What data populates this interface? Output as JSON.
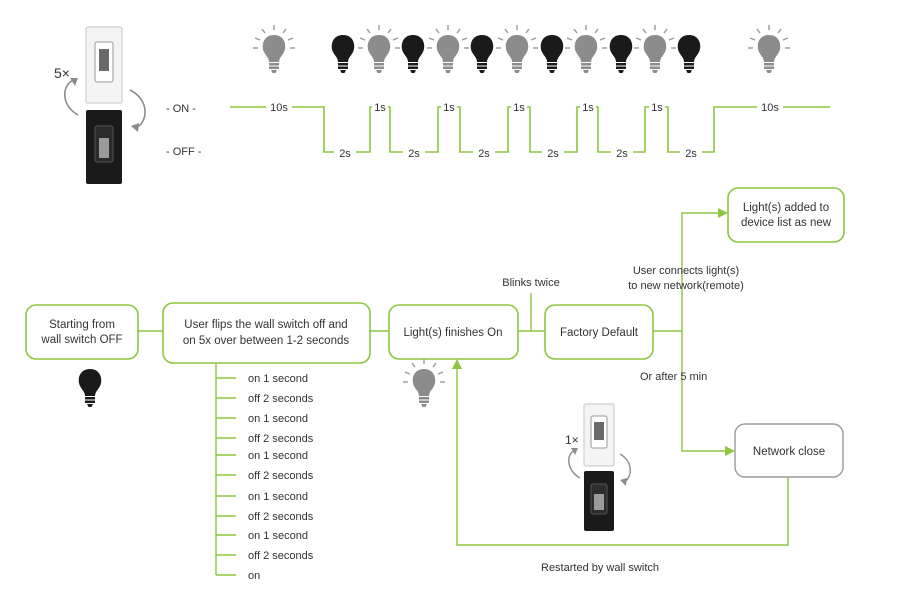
{
  "colors": {
    "accent": "#8dc63f",
    "bulb_on": "#8c8c8c",
    "bulb_off": "#1a1a1a",
    "switch_body": "#1a1a1a"
  },
  "icons": [
    "light-bulb-on-icon",
    "light-bulb-off-icon",
    "wall-switch-icon",
    "rotate-arrow-icon"
  ],
  "timing": {
    "repeat_label": "5×",
    "on_label": "- ON -",
    "off_label": "- OFF -",
    "on_durations": [
      "10s",
      "1s",
      "1s",
      "1s",
      "1s",
      "1s",
      "10s"
    ],
    "off_durations": [
      "2s",
      "2s",
      "2s",
      "2s",
      "2s",
      "2s"
    ]
  },
  "flow": {
    "start": [
      "Starting from",
      "wall switch OFF"
    ],
    "flip": [
      "User flips the wall switch off and",
      "on 5x over between 1-2 seconds"
    ],
    "finish": "Light(s) finishes On",
    "blinks": "Blinks twice",
    "factory": "Factory Default",
    "connects": [
      "User connects light(s)",
      "to new network(remote)"
    ],
    "added": [
      "Light(s) added to",
      "device list as new"
    ],
    "after": "Or after 5 min",
    "close": "Network close",
    "restart_repeat": "1×",
    "restarted": "Restarted by wall switch"
  },
  "sequence": [
    "on 1 second",
    "off 2 seconds",
    "on 1 second",
    "off 2 seconds",
    "on 1 second",
    "off 2 seconds",
    "on 1 second",
    "off 2 seconds",
    "on 1 second",
    "off 2 seconds",
    "on"
  ]
}
